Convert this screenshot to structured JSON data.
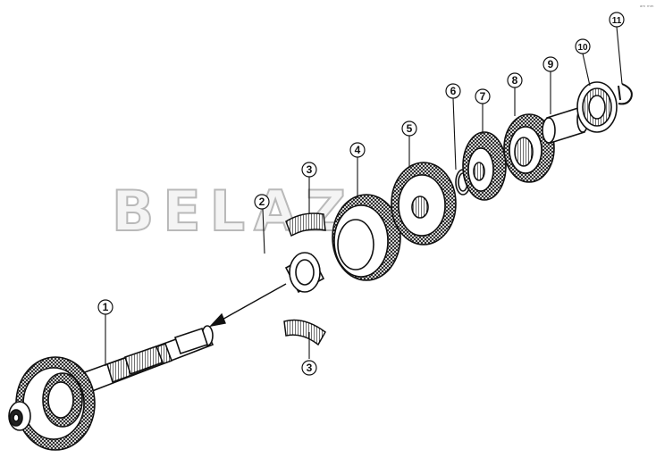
{
  "diagram": {
    "parts": [
      {
        "id": "part-1",
        "number": "1"
      },
      {
        "id": "part-2",
        "number": "2"
      },
      {
        "id": "part-3a",
        "number": "3"
      },
      {
        "id": "part-3b",
        "number": "3"
      },
      {
        "id": "part-4",
        "number": "4"
      },
      {
        "id": "part-5",
        "number": "5"
      },
      {
        "id": "part-6",
        "number": "6"
      },
      {
        "id": "part-7",
        "number": "7"
      },
      {
        "id": "part-8",
        "number": "8"
      },
      {
        "id": "part-9",
        "number": "9"
      },
      {
        "id": "part-10",
        "number": "10"
      },
      {
        "id": "part-11",
        "number": "11"
      }
    ],
    "watermark": "BELAZ",
    "corner_mark": "ᵃᵐ ᵐᵐ"
  },
  "colors": {
    "line": "#111111",
    "watermark_fill": "#f4f4f4",
    "watermark_stroke": "#b9b9b9",
    "background": "#ffffff"
  }
}
